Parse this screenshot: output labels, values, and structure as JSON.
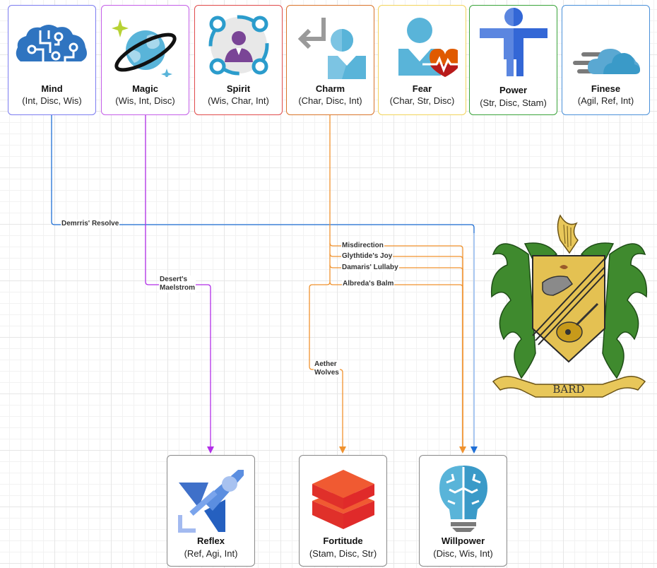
{
  "source_nodes": [
    {
      "name": "Mind",
      "stats": "(Int, Disc, Wis)",
      "border": "#7b7bf0",
      "icon": "brain-cloud-circuit-icon"
    },
    {
      "name": "Magic",
      "stats": "(Wis, Int, Disc)",
      "border": "#c45ee8",
      "icon": "planet-ring-icon"
    },
    {
      "name": "Spirit",
      "stats": "(Wis, Char, Int)",
      "border": "#e04a4a",
      "icon": "person-network-icon"
    },
    {
      "name": "Charm",
      "stats": "(Char, Disc, Int)",
      "border": "#d9742a",
      "icon": "person-return-arrow-icon"
    },
    {
      "name": "Fear",
      "stats": "(Char, Str, Disc)",
      "border": "#f2d35b",
      "icon": "person-heartbeat-icon"
    },
    {
      "name": "Power",
      "stats": "(Str, Disc, Stam)",
      "border": "#3aa33a",
      "icon": "person-arms-out-icon"
    },
    {
      "name": "Finese",
      "stats": "(Agil, Ref, Int)",
      "border": "#4a90d9",
      "icon": "fast-cloud-icon"
    }
  ],
  "target_nodes": [
    {
      "name": "Reflex",
      "stats": "(Ref, Agi, Int)",
      "icon": "rocket-icon"
    },
    {
      "name": "Fortitude",
      "stats": "(Stam, Disc, Str)",
      "icon": "stacked-layers-icon"
    },
    {
      "name": "Willpower",
      "stats": "(Disc, Wis, Int)",
      "icon": "lightbulb-brain-icon"
    }
  ],
  "connections": [
    {
      "label": "Demrris' Resolve",
      "from": "Mind",
      "to": "Willpower",
      "color": "#1f6fd6"
    },
    {
      "label": "Desert's Maelstrom",
      "from": "Magic",
      "to": "Reflex",
      "color": "#b22fe8"
    },
    {
      "label": "Misdirection",
      "from": "Charm",
      "to": "Willpower",
      "color": "#f0922e"
    },
    {
      "label": "Glythtide's Joy",
      "from": "Charm",
      "to": "Willpower",
      "color": "#f0922e"
    },
    {
      "label": "Damaris' Lullaby",
      "from": "Charm",
      "to": "Willpower",
      "color": "#f0922e"
    },
    {
      "label": "Albreda's Balm",
      "from": "Charm",
      "to": "Willpower",
      "color": "#f0922e"
    },
    {
      "label": "Aether Wolves",
      "from": "Charm",
      "to": "Fortitude",
      "color": "#f0922e"
    }
  ],
  "label_lines": {
    "desert_1": "Desert's",
    "desert_2": "Maelstrom",
    "aether_1": "Aether",
    "aether_2": "Wolves"
  },
  "crest": {
    "banner_text": "BARD",
    "icon": "bard-crest-icon"
  }
}
